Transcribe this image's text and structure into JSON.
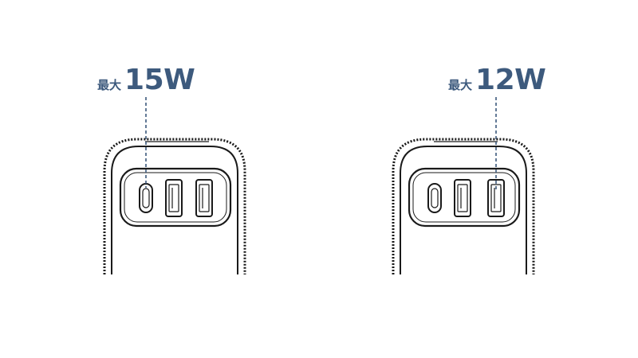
{
  "devices": [
    {
      "prefix": "最大",
      "watt": "15W",
      "highlighted_port": "usb-c"
    },
    {
      "prefix": "最大",
      "watt": "12W",
      "highlighted_port": "usb-a-2"
    }
  ],
  "colors": {
    "label": "#3d5a7d",
    "outline": "#1a1a1a",
    "leader_line": "#3d5a7d",
    "background": "#ffffff"
  }
}
